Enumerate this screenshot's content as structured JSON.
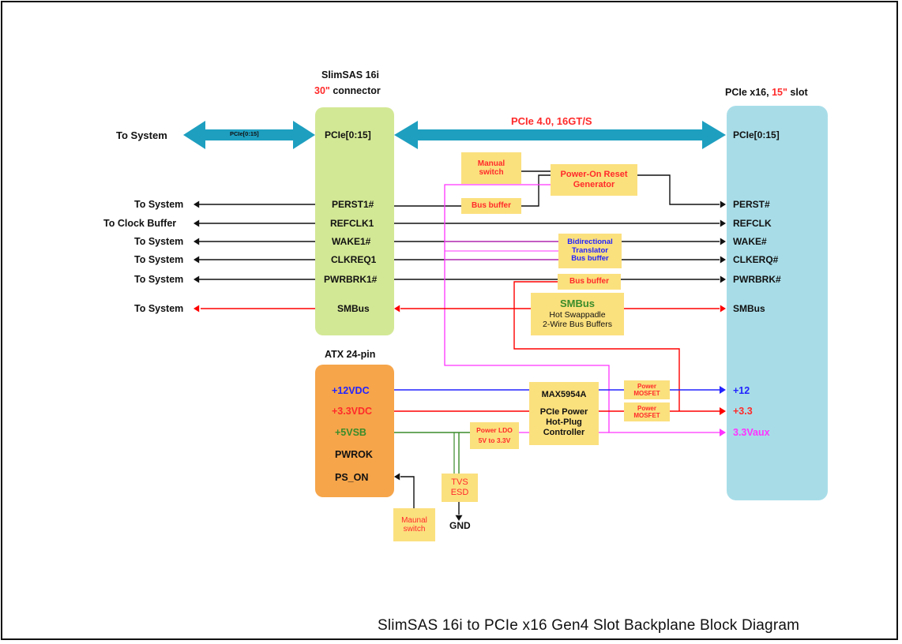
{
  "title": "SlimSAS 16i to PCIe x16 Gen4 Slot Backplane Block Diagram",
  "colors": {
    "slimsas_box": "#d3e895",
    "atx_box": "#f6a54a",
    "slot_box": "#a8dde8",
    "pcie_arrow": "#1e9fc0",
    "pill": "#fbe07e",
    "red": "#ff0000",
    "blue": "#2323ff",
    "green": "#3a8c2a",
    "magenta": "#ff33ff"
  },
  "slimsas": {
    "title": "SlimSAS 16i",
    "subtitle_len": "30\"",
    "subtitle_rest": " connector",
    "pcie": "PCIe[0:15]",
    "signals": [
      "PERST1#",
      "REFCLK1",
      "WAKE1#",
      "CLKREQ1",
      "PWRBRK1#"
    ],
    "smbus": "SMBus"
  },
  "slot": {
    "title_pre": "PCIe x16, ",
    "title_len": "15\"",
    "title_post": " slot",
    "pcie": "PCIe[0:15]",
    "signals": [
      "PERST#",
      "REFCLK",
      "WAKE#",
      "CLKERQ#",
      "PWRBRK#"
    ],
    "smbus": "SMBus",
    "rails": [
      "+12",
      "+3.3",
      "3.3Vaux"
    ]
  },
  "atx": {
    "title": "ATX 24-pin",
    "rails": [
      "+12VDC",
      "+3.3VDC",
      "+5VSB"
    ],
    "pwrok": "PWROK",
    "ps_on": "PS_ON"
  },
  "left": {
    "system": "To System",
    "pcie_small": "PCIe[0:15]",
    "labels": [
      "To System",
      "To Clock Buffer",
      "To System",
      "To System",
      "To System"
    ],
    "smbus": "To System"
  },
  "link": "PCIe 4.0, 16GT/S",
  "blocks": {
    "manual_switch": [
      "Manual",
      "switch"
    ],
    "por": [
      "Power-On Reset",
      "Generator"
    ],
    "bus_buffer_1": "Bus buffer",
    "bidir": [
      "Bidirectional",
      "Translator",
      "Bus buffer"
    ],
    "bus_buffer_2": "Bus buffer",
    "smbus_title": "SMBus",
    "smbus_lines": [
      "Hot Swappadle",
      "2-Wire Bus Buffers"
    ],
    "hotplug": [
      "MAX5954A",
      "PCIe Power",
      "Hot-Plug",
      "Controller"
    ],
    "mosfet": [
      "Power",
      "MOSFET"
    ],
    "ldo": [
      "Power LDO",
      "5V to 3.3V"
    ],
    "tvs": [
      "TVS",
      "ESD"
    ],
    "gnd": "GND",
    "maunal": [
      "Maunal",
      "switch"
    ]
  }
}
